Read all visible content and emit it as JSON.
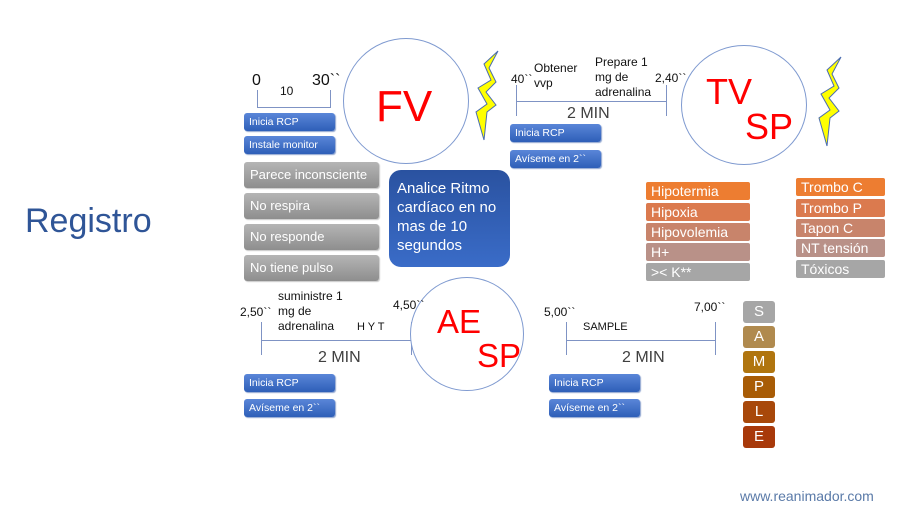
{
  "title": "Registro",
  "footer": "www.reanimador.com",
  "fv": {
    "label": "FV",
    "t0": "0",
    "t10": "10",
    "t30": "30``",
    "buttons": [
      "Inicia RCP",
      "Instale monitor"
    ],
    "checks": [
      "Parece inconsciente",
      "No respira",
      "No responde",
      "No tiene pulso"
    ],
    "analyze": "Analice Ritmo cardíaco en no mas de 10 segundos"
  },
  "tv": {
    "label1": "TV",
    "label2": "SP",
    "start": "40``",
    "step1": "Obtener vvp",
    "step2": "Prepare 1 mg de adrenalina",
    "end": "2,40``",
    "duration": "2 MIN",
    "buttons": [
      "Inicia RCP",
      "Avíseme en 2``"
    ]
  },
  "h_list": [
    "Hipotermia",
    "Hipoxia",
    "Hipovolemia",
    "H+",
    ">< K**"
  ],
  "t_list": [
    "Trombo C",
    "Trombo P",
    "Tapon C",
    "NT tensión",
    "Tóxicos"
  ],
  "ae": {
    "label1": "AE",
    "label2": "SP",
    "start": "2,50``",
    "step1": "suministre 1 mg de adrenalina",
    "step2": "H Y T",
    "end": "4,50``",
    "duration": "2 MIN",
    "buttons": [
      "Inicia RCP",
      "Avíseme en 2``"
    ]
  },
  "sample_tl": {
    "start": "5,00``",
    "step": "SAMPLE",
    "end": "7,00``",
    "duration": "2 MIN",
    "buttons": [
      "Inicia RCP",
      "Avíseme en 2``"
    ]
  },
  "sample_letters": [
    "S",
    "A",
    "M",
    "P",
    "L",
    "E"
  ],
  "colors": {
    "h": [
      "#ED7D31",
      "#DB7A4E",
      "#C8846B",
      "#B99188",
      "#A6A6A6"
    ],
    "t": [
      "#ED7D31",
      "#DB7A4E",
      "#C8846B",
      "#B99188",
      "#A6A6A6"
    ],
    "sample": [
      "#A6A6A6",
      "#B08A4E",
      "#B0750F",
      "#A85C06",
      "#A8480A",
      "#A8390A"
    ]
  }
}
